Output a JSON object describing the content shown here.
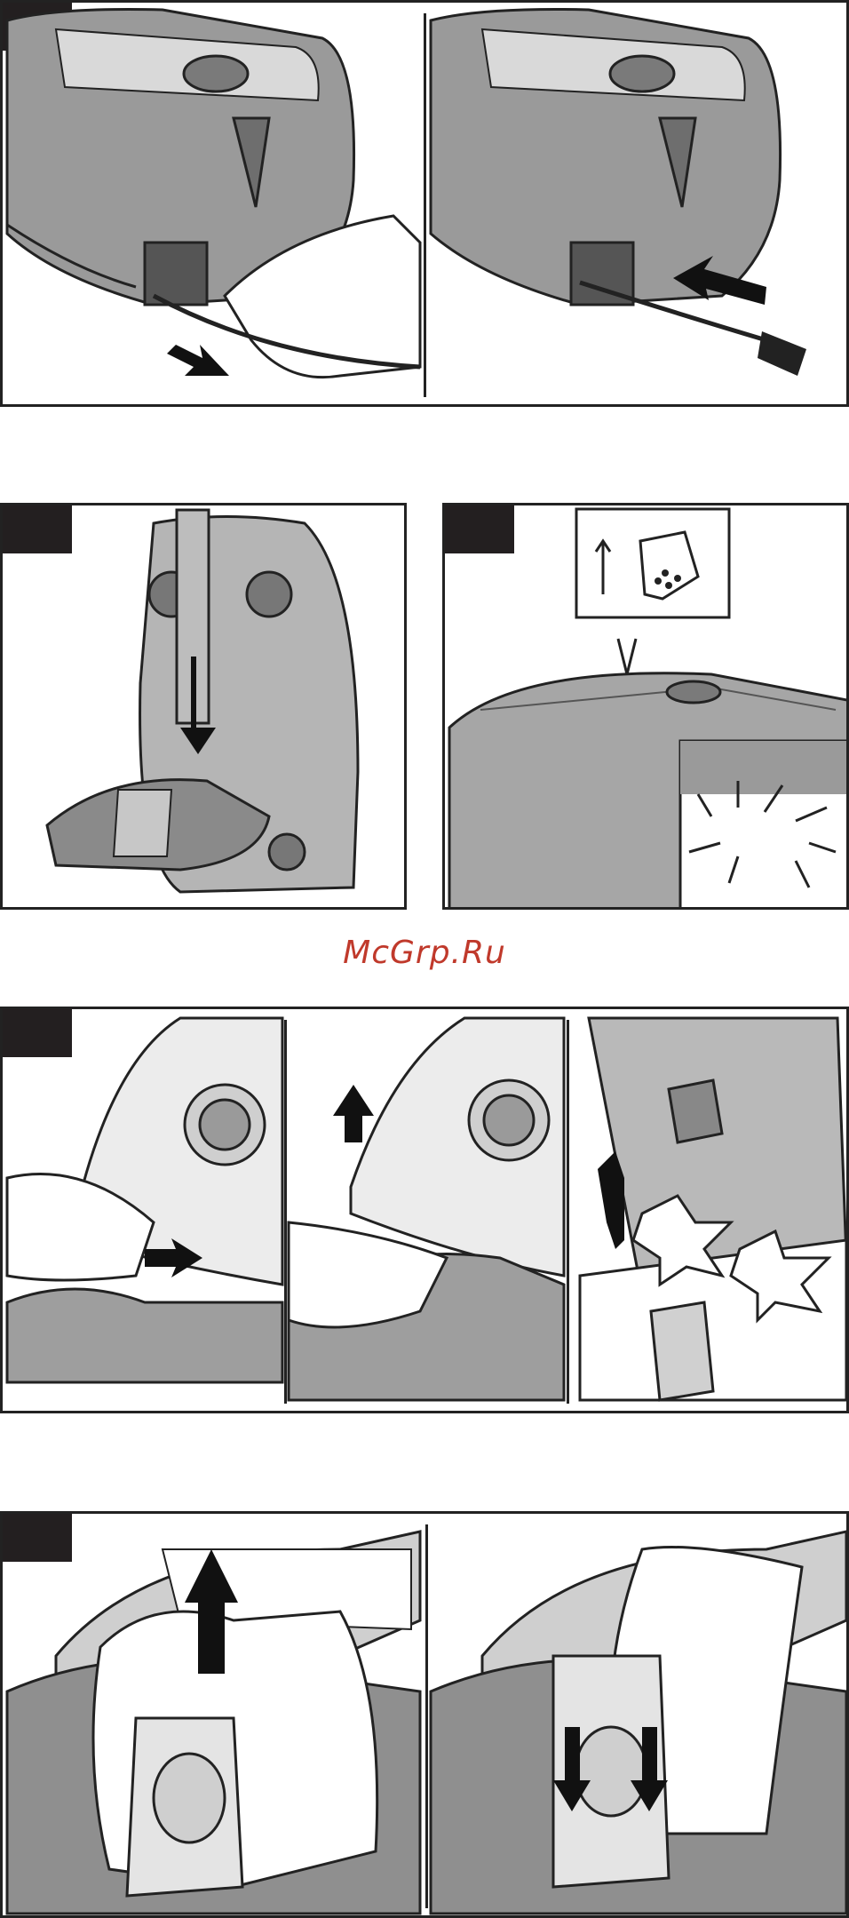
{
  "watermark": {
    "text": "McGrp.Ru",
    "color": "#c0392b"
  },
  "panels": [
    {
      "id": "cord-rewind",
      "steps": [
        "pull-cord",
        "insert-plug"
      ]
    },
    {
      "id": "park-hose"
    },
    {
      "id": "filter-indicator"
    },
    {
      "id": "open-lid",
      "steps": [
        "press-latch",
        "lift-lid",
        "lid-open"
      ]
    },
    {
      "id": "bag-change",
      "steps": [
        "remove-bag",
        "insert-bag"
      ]
    }
  ],
  "colors": {
    "frame": "#222222",
    "tag": "#231f20",
    "body": "#8c8c8c",
    "light": "#d4d4d4"
  }
}
